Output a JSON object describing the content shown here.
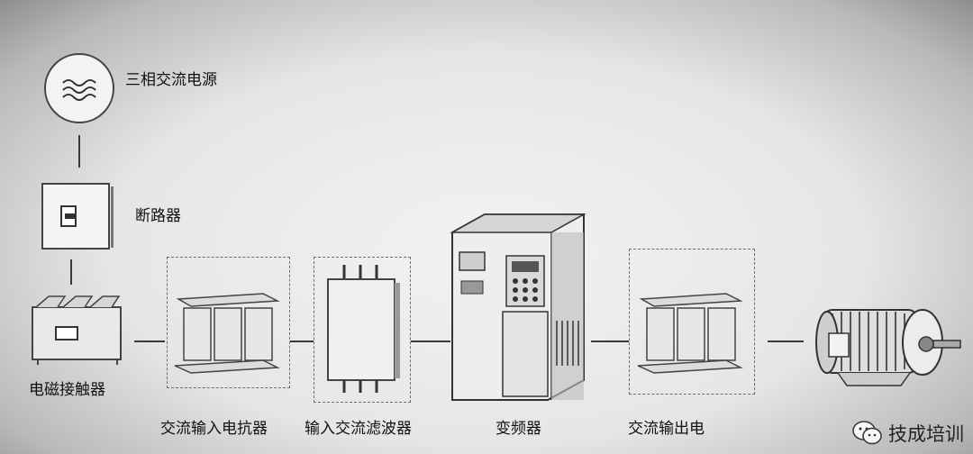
{
  "labels": {
    "power_source": "三相交流电源",
    "breaker": "断路器",
    "contactor": "电磁接触器",
    "input_reactor": "交流输入电抗器",
    "input_filter": "输入交流滤波器",
    "inverter": "变频器",
    "output_reactor": "交流输出电",
    "motor": ""
  },
  "watermark": {
    "text": "技成培训",
    "icon": "wechat-icon"
  }
}
